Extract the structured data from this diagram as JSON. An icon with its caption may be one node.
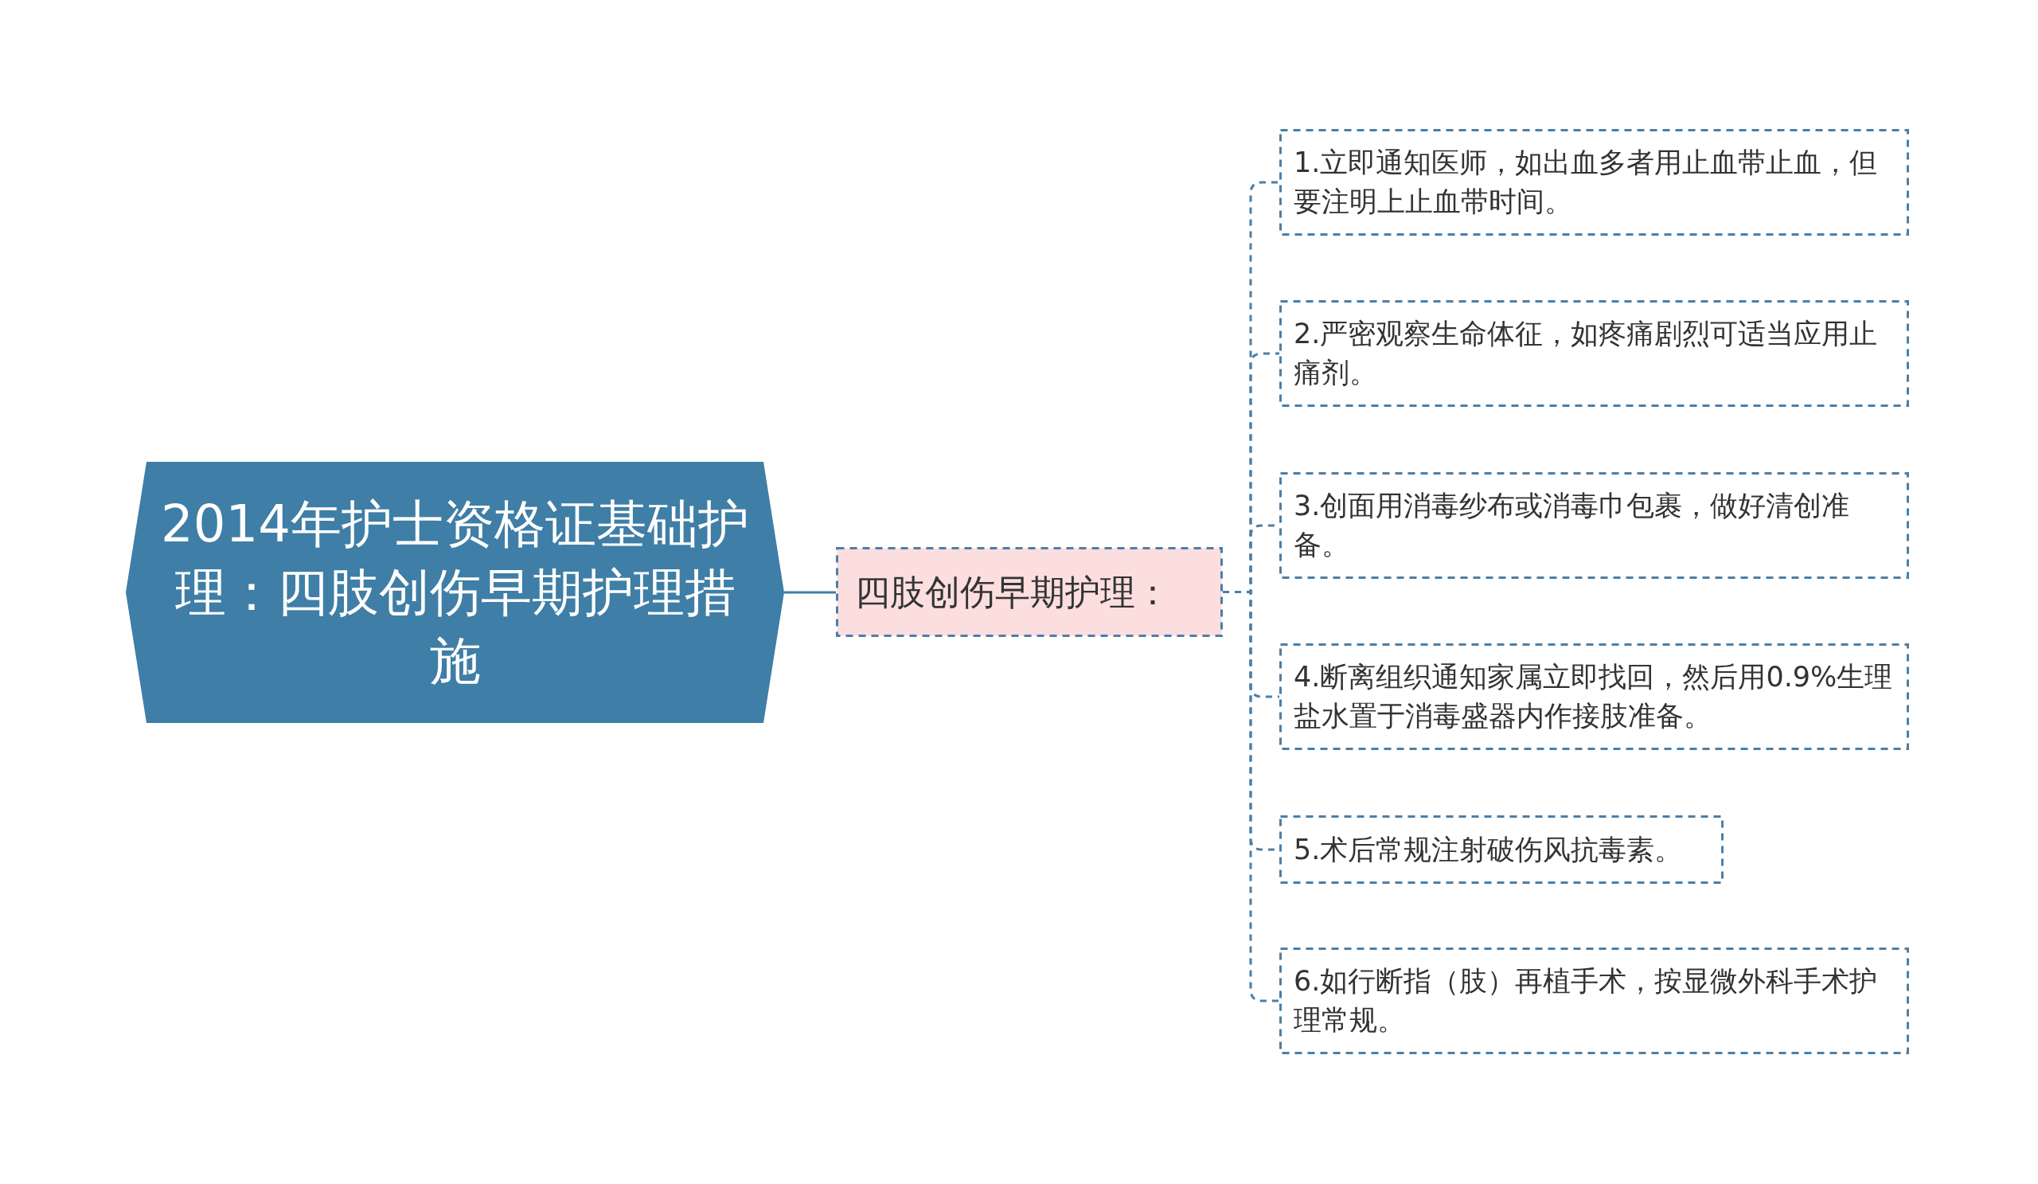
{
  "diagram": {
    "nodes": [
      {
        "text": [
          "2014年护士资格证基础护理：四肢创伤早期护理措施"
        ]
      },
      {
        "text": [
          "四肢创伤早期护理："
        ]
      },
      {
        "text": [
          "1.立即通知医师，如出血多者用止血带止血，但要注明上止血带时间。"
        ]
      },
      {
        "text": [
          "2.严密观察生命体征，如疼痛剧烈可适当应用止痛剂。"
        ]
      },
      {
        "text": [
          "3.创面用消毒纱布或消毒巾包裹，做好清创准备。"
        ]
      },
      {
        "text": [
          "4.断离组织通知家属立即找回，然后用0.9%生理盐水置于消毒盛器内作接肢准备。"
        ]
      },
      {
        "text": [
          "5.术后常规注射破伤风抗毒素。"
        ]
      },
      {
        "text": [
          "6.如行断指（肢）再植手术，按显微外科手术护理常规。"
        ]
      }
    ],
    "edges": [
      {
        "from": 0,
        "to": 1,
        "arrow": "none"
      },
      {
        "from": 1,
        "to": 2,
        "arrow": "none",
        "style": "dashed"
      },
      {
        "from": 1,
        "to": 3,
        "arrow": "none",
        "style": "dashed"
      },
      {
        "from": 1,
        "to": 4,
        "arrow": "none",
        "style": "dashed"
      },
      {
        "from": 1,
        "to": 5,
        "arrow": "none",
        "style": "dashed"
      },
      {
        "from": 1,
        "to": 6,
        "arrow": "none",
        "style": "dashed"
      },
      {
        "from": 1,
        "to": 7,
        "arrow": "none",
        "style": "dashed"
      }
    ]
  }
}
